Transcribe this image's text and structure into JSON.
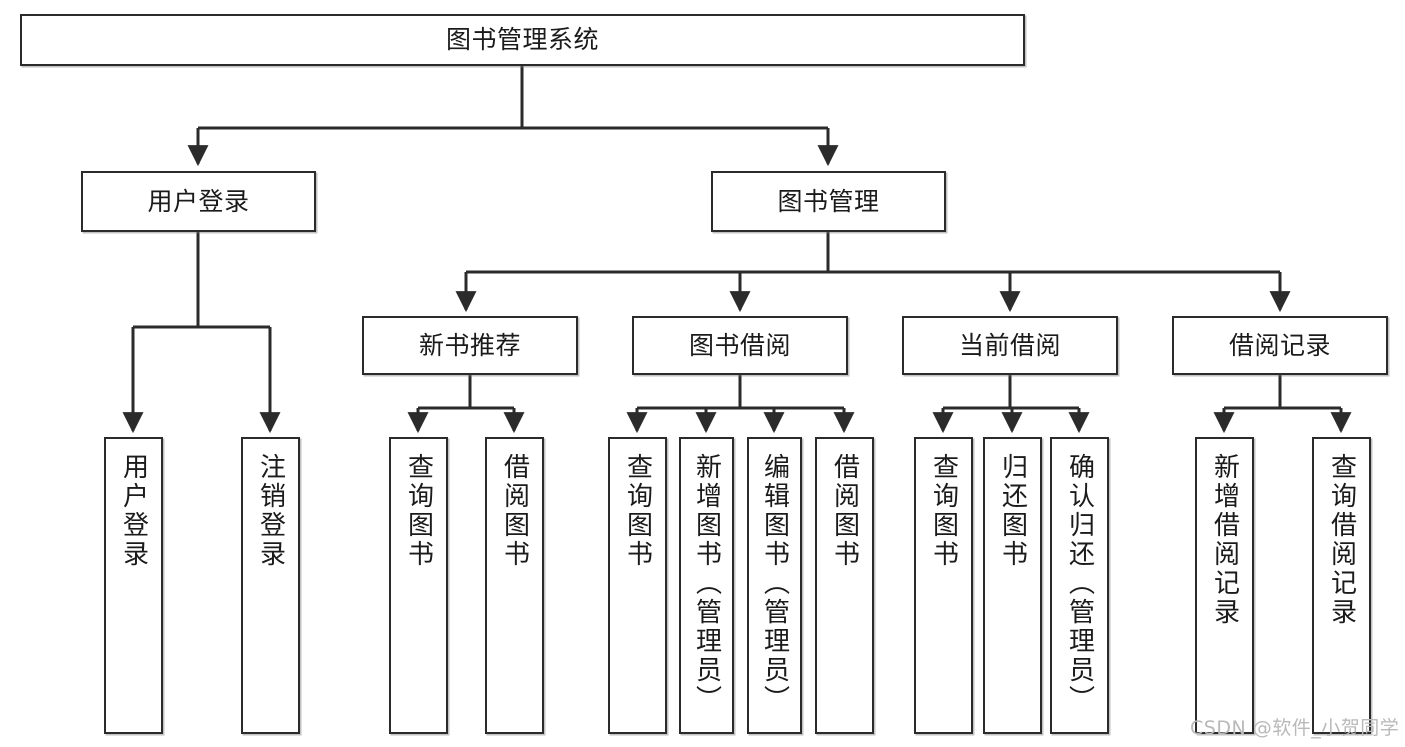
{
  "diagram": {
    "type": "tree",
    "title": "图书管理系统",
    "watermark": "CSDN @软件_小贺同学",
    "colors": {
      "border": "#2b2b2b",
      "background": "#ffffff",
      "text": "#1b1b1b",
      "edge": "#2b2b2b",
      "watermark": "#b9b9b9"
    },
    "levels": {
      "root": {
        "label": "图书管理系统"
      },
      "level2": [
        {
          "label": "用户登录"
        },
        {
          "label": "图书管理"
        }
      ],
      "level3": [
        {
          "label": "新书推荐"
        },
        {
          "label": "图书借阅"
        },
        {
          "label": "当前借阅"
        },
        {
          "label": "借阅记录"
        }
      ],
      "leaves": {
        "user_login": [
          {
            "label": "用户登录"
          },
          {
            "label": "注销登录"
          }
        ],
        "new_book_recommend": [
          {
            "label": "查询图书"
          },
          {
            "label": "借阅图书"
          }
        ],
        "book_borrow": [
          {
            "label": "查询图书"
          },
          {
            "label": "新增图书（管理员）"
          },
          {
            "label": "编辑图书（管理员）"
          },
          {
            "label": "借阅图书"
          }
        ],
        "current_borrow": [
          {
            "label": "查询图书"
          },
          {
            "label": "归还图书"
          },
          {
            "label": "确认归还（管理员）"
          }
        ],
        "borrow_record": [
          {
            "label": "新增借阅记录"
          },
          {
            "label": "查询借阅记录"
          }
        ]
      }
    }
  }
}
